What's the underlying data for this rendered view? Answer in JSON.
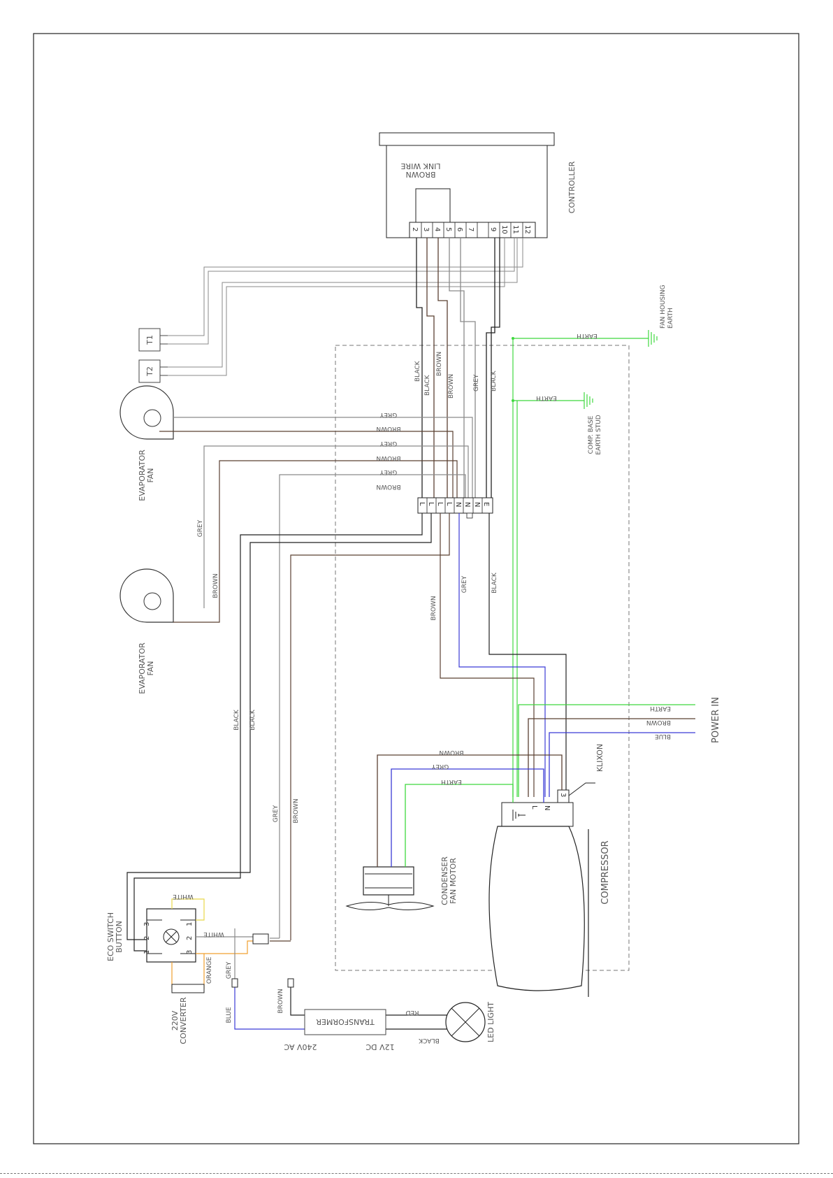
{
  "colors": {
    "black": "#222222",
    "brown": "#5a4032",
    "grey": "#8a8a8a",
    "blue": "#3b3bd6",
    "earth": "#3fd83f",
    "orange": "#f0a030",
    "yellow": "#e8d84a",
    "red": "#d04040"
  },
  "components": {
    "controller": "CONTROLLER",
    "link_wire": "LINK WIRE",
    "link_wire_colour": "BROWN",
    "controller_terminals": [
      "2",
      "3",
      "4",
      "5",
      "6",
      "7",
      "9",
      "10",
      "11",
      "12"
    ],
    "t1": "T1",
    "t2": "T2",
    "evaporator_fan_1": [
      "EVAPORATOR",
      "FAN"
    ],
    "evaporator_fan_2": [
      "EVAPORATOR",
      "FAN"
    ],
    "fan_housing_earth": [
      "FAN HOUSING",
      "EARTH"
    ],
    "comp_base_earth": [
      "COMP. BASE",
      "EARTH STUD"
    ],
    "junction_terminals": [
      "L",
      "L",
      "L",
      "L",
      "N",
      "N",
      "N",
      "E"
    ],
    "compressor": "COMPRESSOR",
    "compressor_terminals": [
      "L",
      "N",
      "3"
    ],
    "klixon": "KLIXON",
    "condenser_fan_motor": [
      "CONDENSER",
      "FAN MOTOR"
    ],
    "power_in": "POWER IN",
    "eco_switch": [
      "ECO SWITCH",
      "BUTTON"
    ],
    "eco_pins_left": [
      "1",
      "2",
      "3"
    ],
    "eco_pins_right": [
      "1",
      "2",
      "3"
    ],
    "converter": [
      "220V",
      "CONVERTER"
    ],
    "transformer": "TRANSFORMER",
    "transformer_in": "240V AC",
    "transformer_out": "12V DC",
    "led_light": "LED LIGHT"
  },
  "wire_labels": {
    "earth": "EARTH",
    "brown": "BROWN",
    "grey": "GREY",
    "black": "BLACK",
    "blue": "BLUE",
    "white": "WHITE",
    "orange": "ORANGE",
    "red": "RED"
  }
}
